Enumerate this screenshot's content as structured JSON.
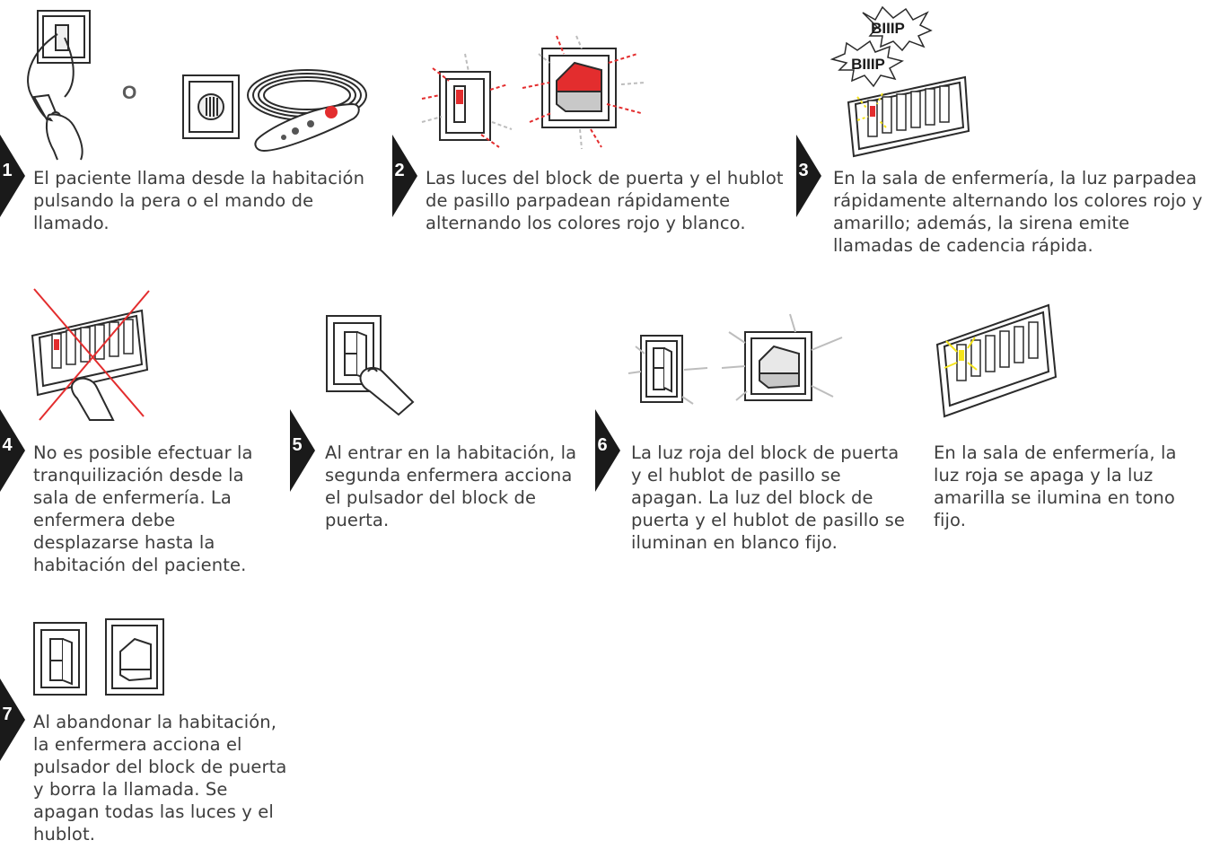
{
  "steps": [
    {
      "num": "1",
      "text": "El paciente llama desde la habitación pulsando la pera o el mando de llamado."
    },
    {
      "num": "2",
      "text": "Las luces del block de puerta y el hublot de pasillo parpadean rápidamente alternando los colores rojo y blanco."
    },
    {
      "num": "3",
      "text": "En la sala de enfermería, la luz parpadea rápidamente alternando los colores rojo y amarillo; además, la sirena emite llamadas de cadencia rápida."
    },
    {
      "num": "4",
      "text": "No es posible efectuar la tranquilización desde la sala de enfermería. La enfermera debe desplazarse hasta la habitación del paciente."
    },
    {
      "num": "5",
      "text": "Al entrar en la habitación, la segunda enfermera acciona el pulsador del block de puerta."
    },
    {
      "num": "6",
      "text": "La luz roja del block de puerta y el hublot de pasillo se apagan. La luz del block de puerta y el hublot de pasillo se iluminan en blanco fijo."
    },
    {
      "num": "",
      "text": "En la sala de enfermería, la luz roja se apaga y la luz amarilla se ilumina en tono fijo."
    },
    {
      "num": "7",
      "text": "Al abandonar la habitación, la enfermera acciona el pulsador del block de puerta y borra la llamada. Se apagan todas las luces y el hublot."
    }
  ],
  "or_label": "O",
  "beep_1": "BIIIP",
  "beep_2": "BIIIP",
  "panel_numbers": [
    "1",
    "2",
    "3",
    "4",
    "5",
    "6"
  ],
  "colors": {
    "red": "#e32d2e",
    "yellow": "#f5e41c",
    "marker": "#1a1a1a",
    "line": "#2b2b2b",
    "grey": "#bdbdbd"
  },
  "icons": [
    "pear-call-button-icon",
    "bed-remote-control-icon",
    "door-block-icon",
    "corridor-lamp-icon",
    "nurse-panel-icon",
    "finger-icon",
    "siren-icon"
  ]
}
